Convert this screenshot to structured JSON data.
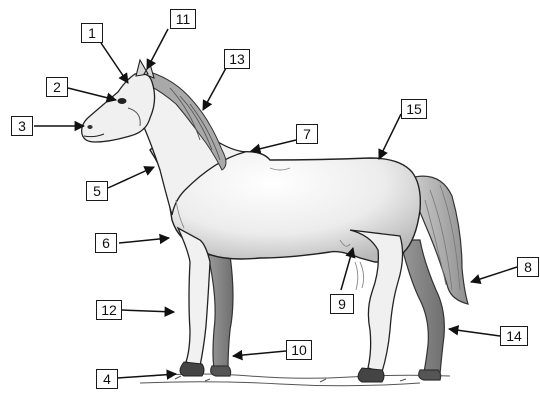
{
  "diagram": {
    "subject": "horse",
    "labels": [
      {
        "id": "1",
        "text": "1"
      },
      {
        "id": "2",
        "text": "2"
      },
      {
        "id": "3",
        "text": "3"
      },
      {
        "id": "4",
        "text": "4"
      },
      {
        "id": "5",
        "text": "5"
      },
      {
        "id": "6",
        "text": "6"
      },
      {
        "id": "7",
        "text": "7"
      },
      {
        "id": "8",
        "text": "8"
      },
      {
        "id": "9",
        "text": "9"
      },
      {
        "id": "10",
        "text": "10"
      },
      {
        "id": "11",
        "text": "11"
      },
      {
        "id": "12",
        "text": "12"
      },
      {
        "id": "13",
        "text": "13"
      },
      {
        "id": "14",
        "text": "14"
      },
      {
        "id": "15",
        "text": "15"
      }
    ]
  }
}
